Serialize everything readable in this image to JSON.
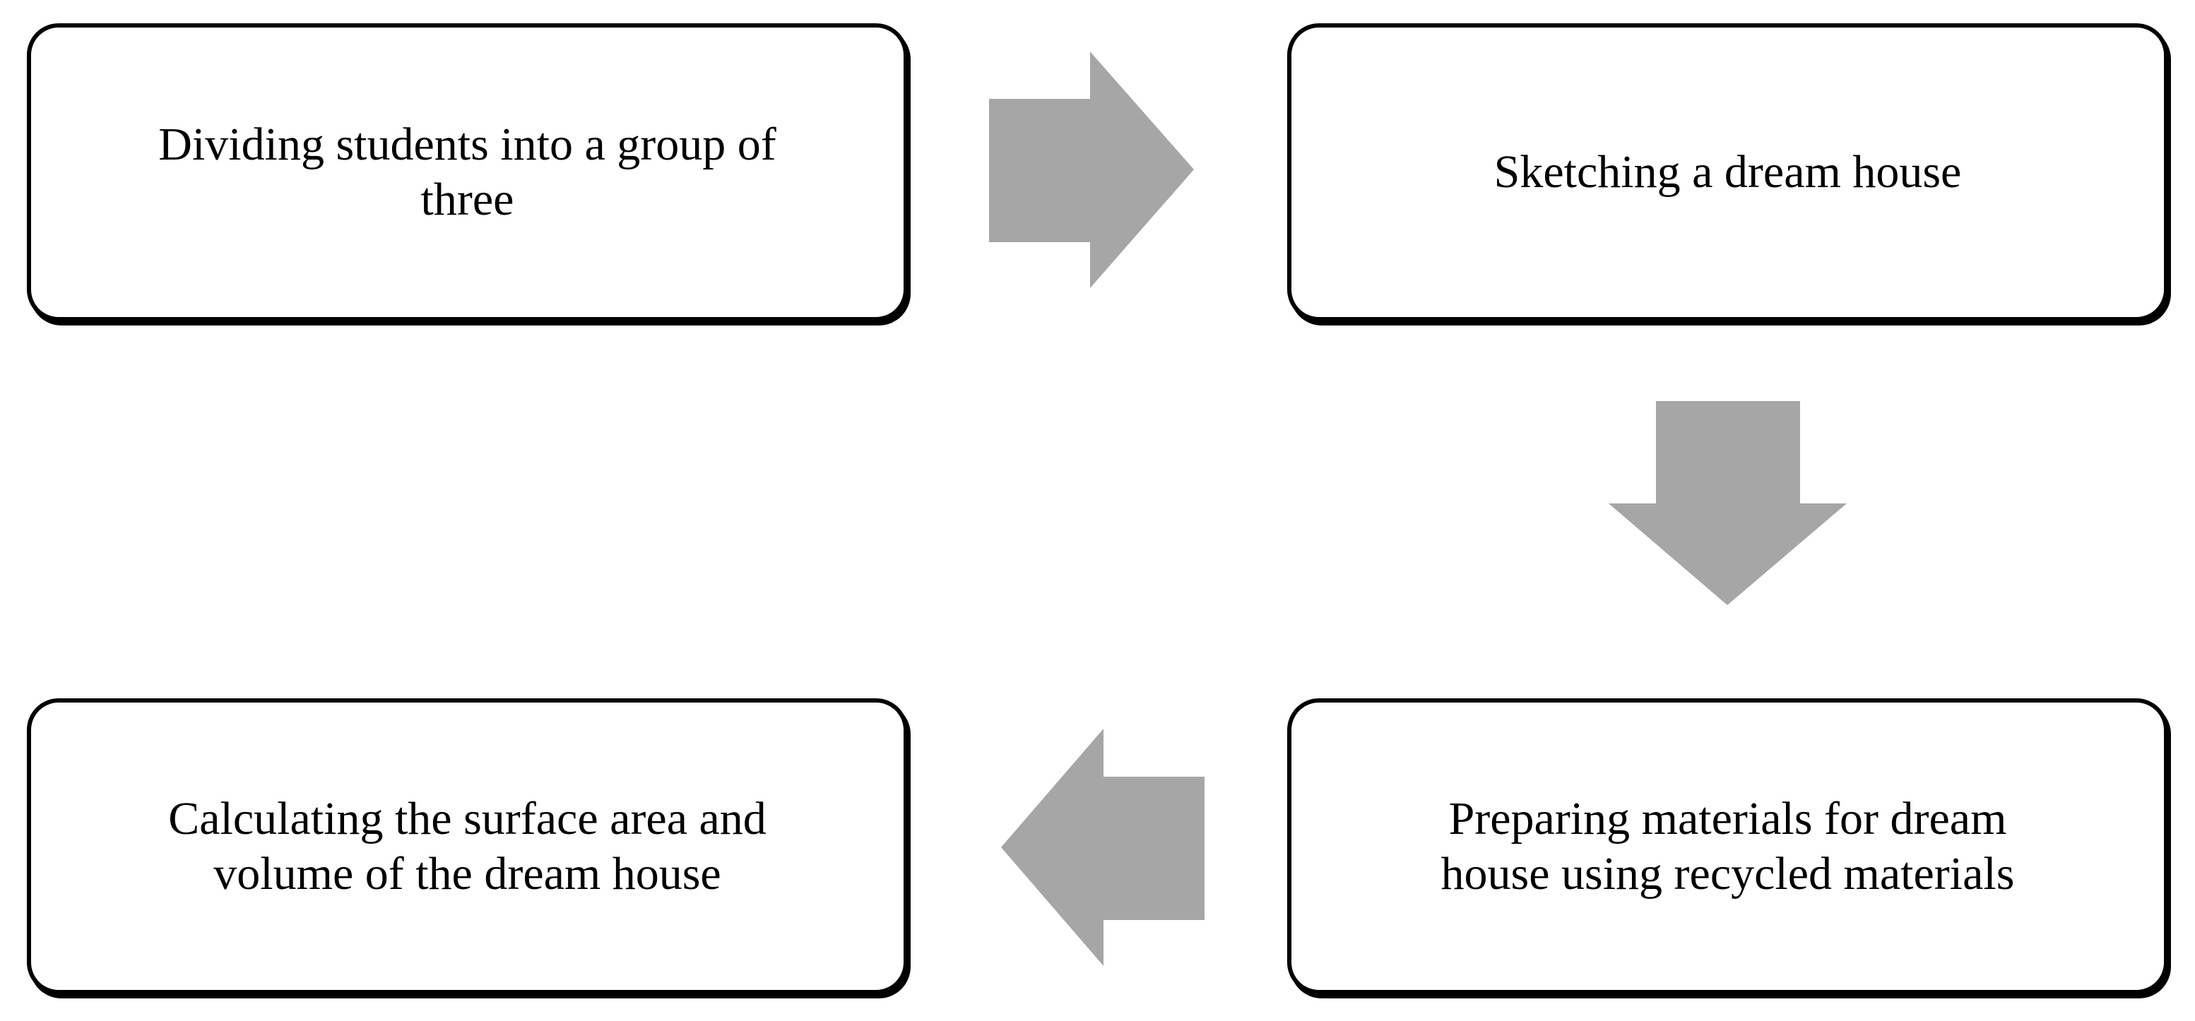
{
  "diagram": {
    "type": "flowchart",
    "background": "#ffffff",
    "steps": [
      {
        "order": 1,
        "position": "top-left",
        "label": "Dividing students into a group of\nthree"
      },
      {
        "order": 2,
        "position": "top-right",
        "label": "Sketching a dream house"
      },
      {
        "order": 3,
        "position": "bottom-right",
        "label": "Preparing materials for dream\nhouse using recycled materials"
      },
      {
        "order": 4,
        "position": "bottom-left",
        "label": "Calculating the surface area and\nvolume of the dream house"
      }
    ],
    "connectors": [
      {
        "from": 1,
        "to": 2,
        "direction": "right"
      },
      {
        "from": 2,
        "to": 3,
        "direction": "down"
      },
      {
        "from": 3,
        "to": 4,
        "direction": "left"
      }
    ],
    "colors": {
      "arrow": "#a6a6a6",
      "box_border": "#000000",
      "box_fill": "#ffffff",
      "text": "#000000"
    }
  }
}
